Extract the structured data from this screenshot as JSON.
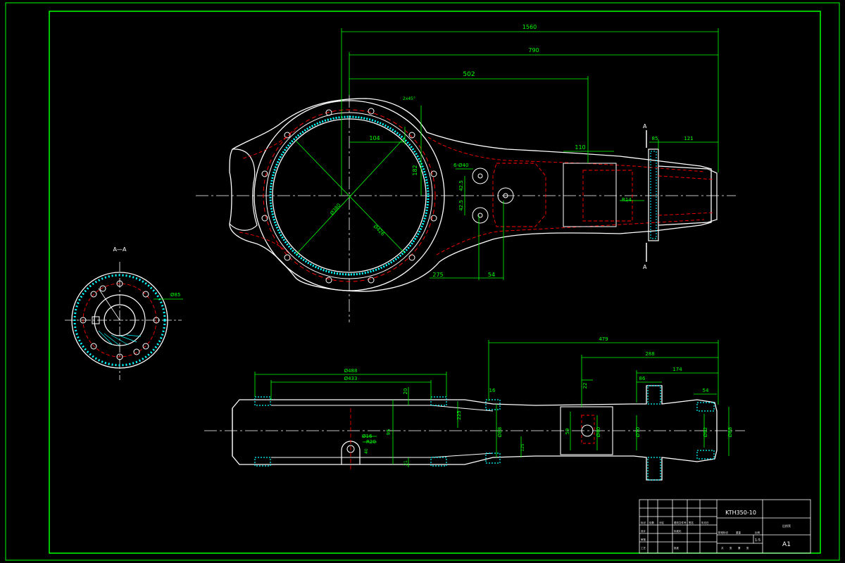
{
  "colors": {
    "background": "#000000",
    "frame": "#00ff00",
    "outline": "#ffffff",
    "dimension": "#00ff00",
    "hidden": "#ff0000",
    "hatch": "#00ffff",
    "centerline": "#ffffff"
  },
  "dims": {
    "top_1560": "1560",
    "top_790": "790",
    "top_502": "502",
    "top_104": "104",
    "top_110": "110",
    "top_85": "85",
    "top_121": "121",
    "top_182": "182",
    "top_42_5a": "42.5",
    "top_42_5b": "42.5",
    "top_6_phi40": "6-Ø40",
    "top_275": "275",
    "top_54": "54",
    "top_r14": "R14",
    "top_phi380": "Ø380",
    "top_phi426": "Ø426",
    "top_2x45": "2x45°",
    "bot_479": "479",
    "bot_288": "288",
    "bot_174": "174",
    "bot_86": "86",
    "bot_54": "54",
    "bot_phi488": "Ø488",
    "bot_phi433": "Ø433",
    "bot_16": "16",
    "bot_20": "20",
    "bot_225": "225",
    "bot_22": "22",
    "bot_phi16": "Ø16",
    "bot_r20": "R20",
    "bot_40": "40",
    "bot_95": "95",
    "bot_phi88": "Ø88",
    "bot_phi40": "Ø40",
    "bot_59": "59",
    "bot_phi70": "Ø70",
    "bot_phi92": "Ø92",
    "bot_phi88b": "Ø88",
    "bot_125": "125",
    "bot_21": "21",
    "left_phi85": "Ø85"
  },
  "section": {
    "label": "A—A",
    "cut_top": "A",
    "cut_bottom": "A"
  },
  "title_block": {
    "drawing_number": "KTH350-10",
    "sheet_size": "A1",
    "part_name": "后桥壳",
    "small_labels": [
      "标记",
      "处数",
      "分区",
      "更改文件号",
      "签名",
      "年月日",
      "设计",
      "标准化",
      "阶段标记",
      "重量",
      "比例",
      "审核",
      "工艺",
      "批准",
      "共",
      "张",
      "第",
      "张",
      "1:5"
    ]
  }
}
